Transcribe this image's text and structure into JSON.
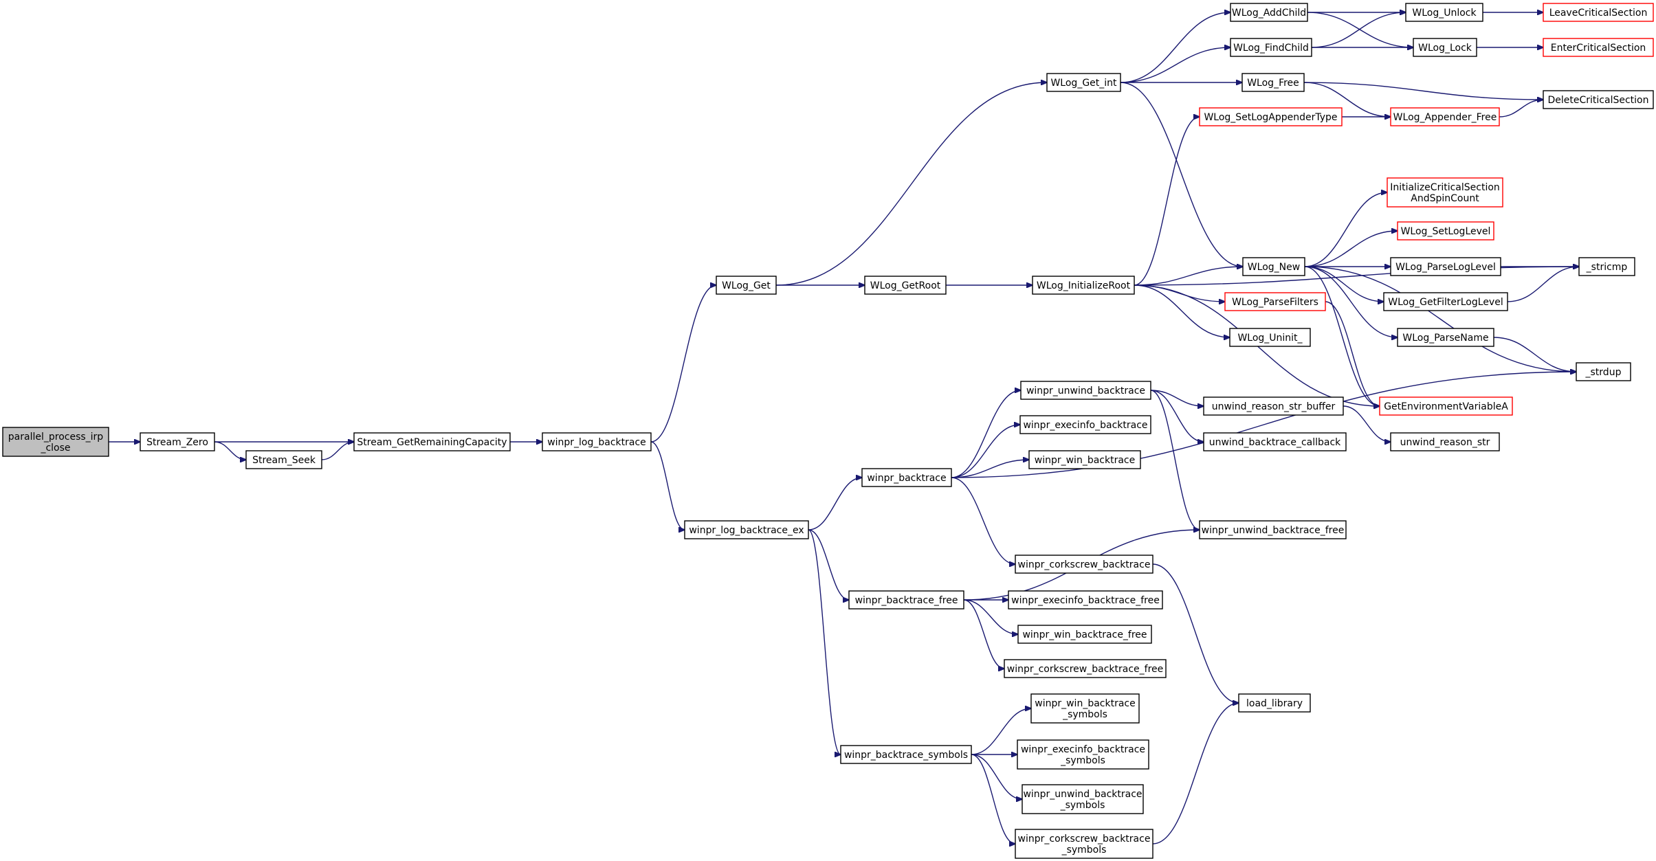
{
  "diagram": {
    "type": "call-graph",
    "colors": {
      "edge": "#191970",
      "node_border_normal": "#000000",
      "node_border_external": "#ff0000",
      "root_fill": "#bfbfbf",
      "node_fill": "#ffffff"
    },
    "nodes": [
      {
        "id": "root",
        "lines": [
          "parallel_process_irp",
          "_close"
        ],
        "kind": "root"
      },
      {
        "id": "stream_zero",
        "lines": [
          "Stream_Zero"
        ],
        "kind": "normal"
      },
      {
        "id": "stream_seek",
        "lines": [
          "Stream_Seek"
        ],
        "kind": "normal"
      },
      {
        "id": "stream_getremainingcapacity",
        "lines": [
          "Stream_GetRemainingCapacity"
        ],
        "kind": "normal"
      },
      {
        "id": "winpr_log_backtrace",
        "lines": [
          "winpr_log_backtrace"
        ],
        "kind": "normal"
      },
      {
        "id": "wlog_get",
        "lines": [
          "WLog_Get"
        ],
        "kind": "normal"
      },
      {
        "id": "wlog_getroot",
        "lines": [
          "WLog_GetRoot"
        ],
        "kind": "normal"
      },
      {
        "id": "wlog_initializeroot",
        "lines": [
          "WLog_InitializeRoot"
        ],
        "kind": "normal"
      },
      {
        "id": "wlog_get_int",
        "lines": [
          "WLog_Get_int"
        ],
        "kind": "normal"
      },
      {
        "id": "wlog_addchild",
        "lines": [
          "WLog_AddChild"
        ],
        "kind": "normal"
      },
      {
        "id": "wlog_findchild",
        "lines": [
          "WLog_FindChild"
        ],
        "kind": "normal"
      },
      {
        "id": "wlog_free",
        "lines": [
          "WLog_Free"
        ],
        "kind": "normal"
      },
      {
        "id": "wlog_unlock",
        "lines": [
          "WLog_Unlock"
        ],
        "kind": "normal"
      },
      {
        "id": "wlog_lock",
        "lines": [
          "WLog_Lock"
        ],
        "kind": "normal"
      },
      {
        "id": "leavecriticalsection",
        "lines": [
          "LeaveCriticalSection"
        ],
        "kind": "external"
      },
      {
        "id": "entercriticalsection",
        "lines": [
          "EnterCriticalSection"
        ],
        "kind": "external"
      },
      {
        "id": "deletecriticalsection",
        "lines": [
          "DeleteCriticalSection"
        ],
        "kind": "normal"
      },
      {
        "id": "wlog_appender_free",
        "lines": [
          "WLog_Appender_Free"
        ],
        "kind": "external"
      },
      {
        "id": "wlog_setlogappendertype",
        "lines": [
          "WLog_SetLogAppenderType"
        ],
        "kind": "external"
      },
      {
        "id": "initializecriticalsectionandspincount",
        "lines": [
          "InitializeCriticalSection",
          "AndSpinCount"
        ],
        "kind": "external"
      },
      {
        "id": "wlog_setloglevel",
        "lines": [
          "WLog_SetLogLevel"
        ],
        "kind": "external"
      },
      {
        "id": "wlog_new",
        "lines": [
          "WLog_New"
        ],
        "kind": "normal"
      },
      {
        "id": "wlog_parseloglevel",
        "lines": [
          "WLog_ParseLogLevel"
        ],
        "kind": "normal"
      },
      {
        "id": "stricmp",
        "lines": [
          "_stricmp"
        ],
        "kind": "normal"
      },
      {
        "id": "wlog_getfilterloglevel",
        "lines": [
          "WLog_GetFilterLogLevel"
        ],
        "kind": "normal"
      },
      {
        "id": "wlog_parsefilters",
        "lines": [
          "WLog_ParseFilters"
        ],
        "kind": "external"
      },
      {
        "id": "wlog_parsename",
        "lines": [
          "WLog_ParseName"
        ],
        "kind": "normal"
      },
      {
        "id": "wlog_uninit",
        "lines": [
          "WLog_Uninit_"
        ],
        "kind": "normal"
      },
      {
        "id": "strdup",
        "lines": [
          "_strdup"
        ],
        "kind": "normal"
      },
      {
        "id": "getenvironmentvariablea",
        "lines": [
          "GetEnvironmentVariableA"
        ],
        "kind": "external"
      },
      {
        "id": "winpr_unwind_backtrace",
        "lines": [
          "winpr_unwind_backtrace"
        ],
        "kind": "normal"
      },
      {
        "id": "unwind_reason_str_buffer",
        "lines": [
          "unwind_reason_str_buffer"
        ],
        "kind": "normal"
      },
      {
        "id": "unwind_reason_str",
        "lines": [
          "unwind_reason_str"
        ],
        "kind": "normal"
      },
      {
        "id": "unwind_backtrace_callback",
        "lines": [
          "unwind_backtrace_callback"
        ],
        "kind": "normal"
      },
      {
        "id": "winpr_execinfo_backtrace",
        "lines": [
          "winpr_execinfo_backtrace"
        ],
        "kind": "normal"
      },
      {
        "id": "winpr_win_backtrace",
        "lines": [
          "winpr_win_backtrace"
        ],
        "kind": "normal"
      },
      {
        "id": "winpr_backtrace",
        "lines": [
          "winpr_backtrace"
        ],
        "kind": "normal"
      },
      {
        "id": "winpr_log_backtrace_ex",
        "lines": [
          "winpr_log_backtrace_ex"
        ],
        "kind": "normal"
      },
      {
        "id": "winpr_unwind_backtrace_free",
        "lines": [
          "winpr_unwind_backtrace_free"
        ],
        "kind": "normal"
      },
      {
        "id": "winpr_corkscrew_backtrace",
        "lines": [
          "winpr_corkscrew_backtrace"
        ],
        "kind": "normal"
      },
      {
        "id": "winpr_backtrace_free",
        "lines": [
          "winpr_backtrace_free"
        ],
        "kind": "normal"
      },
      {
        "id": "winpr_execinfo_backtrace_free",
        "lines": [
          "winpr_execinfo_backtrace_free"
        ],
        "kind": "normal"
      },
      {
        "id": "winpr_win_backtrace_free",
        "lines": [
          "winpr_win_backtrace_free"
        ],
        "kind": "normal"
      },
      {
        "id": "winpr_corkscrew_backtrace_free",
        "lines": [
          "winpr_corkscrew_backtrace_free"
        ],
        "kind": "normal"
      },
      {
        "id": "load_library",
        "lines": [
          "load_library"
        ],
        "kind": "normal"
      },
      {
        "id": "winpr_win_backtrace_symbols",
        "lines": [
          "winpr_win_backtrace",
          "_symbols"
        ],
        "kind": "normal"
      },
      {
        "id": "winpr_backtrace_symbols",
        "lines": [
          "winpr_backtrace_symbols"
        ],
        "kind": "normal"
      },
      {
        "id": "winpr_execinfo_backtrace_symbols",
        "lines": [
          "winpr_execinfo_backtrace",
          "_symbols"
        ],
        "kind": "normal"
      },
      {
        "id": "winpr_unwind_backtrace_symbols",
        "lines": [
          "winpr_unwind_backtrace",
          "_symbols"
        ],
        "kind": "normal"
      },
      {
        "id": "winpr_corkscrew_backtrace_symbols",
        "lines": [
          "winpr_corkscrew_backtrace",
          "_symbols"
        ],
        "kind": "normal"
      }
    ],
    "edges": [
      [
        "root",
        "stream_zero"
      ],
      [
        "stream_zero",
        "stream_getremainingcapacity"
      ],
      [
        "stream_zero",
        "stream_seek"
      ],
      [
        "stream_seek",
        "stream_getremainingcapacity"
      ],
      [
        "stream_getremainingcapacity",
        "winpr_log_backtrace"
      ],
      [
        "winpr_log_backtrace",
        "wlog_get"
      ],
      [
        "winpr_log_backtrace",
        "winpr_log_backtrace_ex"
      ],
      [
        "wlog_get",
        "wlog_get_int"
      ],
      [
        "wlog_get",
        "wlog_getroot"
      ],
      [
        "wlog_getroot",
        "wlog_initializeroot"
      ],
      [
        "wlog_get_int",
        "wlog_addchild"
      ],
      [
        "wlog_get_int",
        "wlog_findchild"
      ],
      [
        "wlog_get_int",
        "wlog_free"
      ],
      [
        "wlog_get_int",
        "wlog_new"
      ],
      [
        "wlog_addchild",
        "wlog_unlock"
      ],
      [
        "wlog_addchild",
        "wlog_lock"
      ],
      [
        "wlog_findchild",
        "wlog_unlock"
      ],
      [
        "wlog_findchild",
        "wlog_lock"
      ],
      [
        "wlog_unlock",
        "leavecriticalsection"
      ],
      [
        "wlog_lock",
        "entercriticalsection"
      ],
      [
        "wlog_free",
        "deletecriticalsection"
      ],
      [
        "wlog_free",
        "wlog_appender_free"
      ],
      [
        "wlog_appender_free",
        "deletecriticalsection"
      ],
      [
        "wlog_setlogappendertype",
        "wlog_appender_free"
      ],
      [
        "wlog_initializeroot",
        "wlog_setlogappendertype"
      ],
      [
        "wlog_initializeroot",
        "stricmp"
      ],
      [
        "wlog_initializeroot",
        "wlog_new"
      ],
      [
        "wlog_initializeroot",
        "wlog_parsefilters"
      ],
      [
        "wlog_initializeroot",
        "wlog_uninit"
      ],
      [
        "wlog_initializeroot",
        "getenvironmentvariablea"
      ],
      [
        "wlog_new",
        "initializecriticalsectionandspincount"
      ],
      [
        "wlog_new",
        "wlog_setloglevel"
      ],
      [
        "wlog_new",
        "wlog_parseloglevel"
      ],
      [
        "wlog_new",
        "wlog_getfilterloglevel"
      ],
      [
        "wlog_new",
        "wlog_parsename"
      ],
      [
        "wlog_new",
        "strdup"
      ],
      [
        "wlog_new",
        "getenvironmentvariablea"
      ],
      [
        "wlog_parseloglevel",
        "stricmp"
      ],
      [
        "wlog_getfilterloglevel",
        "stricmp"
      ],
      [
        "wlog_parsename",
        "strdup"
      ],
      [
        "wlog_parsefilters",
        "getenvironmentvariablea"
      ],
      [
        "winpr_log_backtrace_ex",
        "winpr_backtrace"
      ],
      [
        "winpr_log_backtrace_ex",
        "winpr_backtrace_free"
      ],
      [
        "winpr_log_backtrace_ex",
        "winpr_backtrace_symbols"
      ],
      [
        "winpr_backtrace",
        "winpr_unwind_backtrace"
      ],
      [
        "winpr_backtrace",
        "winpr_execinfo_backtrace"
      ],
      [
        "winpr_backtrace",
        "winpr_win_backtrace"
      ],
      [
        "winpr_backtrace",
        "strdup"
      ],
      [
        "winpr_backtrace",
        "winpr_corkscrew_backtrace"
      ],
      [
        "winpr_unwind_backtrace",
        "unwind_reason_str_buffer"
      ],
      [
        "winpr_unwind_backtrace",
        "unwind_backtrace_callback"
      ],
      [
        "winpr_unwind_backtrace",
        "winpr_unwind_backtrace_free"
      ],
      [
        "unwind_reason_str_buffer",
        "unwind_reason_str"
      ],
      [
        "winpr_corkscrew_backtrace",
        "load_library"
      ],
      [
        "winpr_backtrace_free",
        "winpr_unwind_backtrace_free"
      ],
      [
        "winpr_backtrace_free",
        "winpr_execinfo_backtrace_free"
      ],
      [
        "winpr_backtrace_free",
        "winpr_win_backtrace_free"
      ],
      [
        "winpr_backtrace_free",
        "winpr_corkscrew_backtrace_free"
      ],
      [
        "winpr_backtrace_symbols",
        "winpr_win_backtrace_symbols"
      ],
      [
        "winpr_backtrace_symbols",
        "winpr_execinfo_backtrace_symbols"
      ],
      [
        "winpr_backtrace_symbols",
        "winpr_unwind_backtrace_symbols"
      ],
      [
        "winpr_backtrace_symbols",
        "winpr_corkscrew_backtrace_symbols"
      ],
      [
        "winpr_corkscrew_backtrace_symbols",
        "load_library"
      ]
    ]
  }
}
